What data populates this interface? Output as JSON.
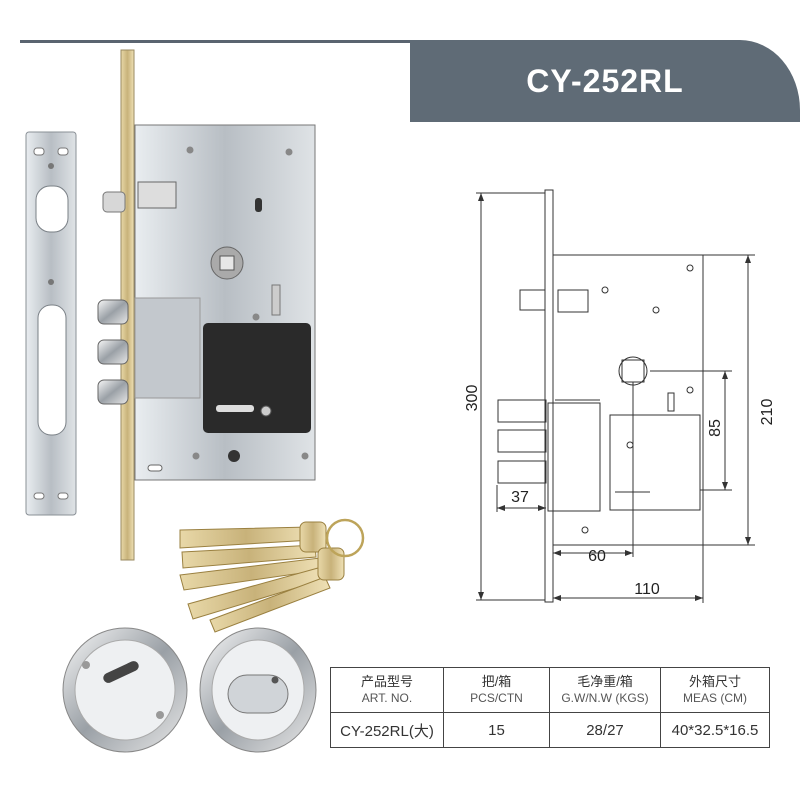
{
  "product": {
    "title": "CY-252RL"
  },
  "drawing": {
    "dimensions": {
      "height": "300",
      "faceplate_to_hub": "210",
      "hub_to_keyhole": "85",
      "backset_cylinder": "37",
      "backset": "60",
      "case_depth": "110"
    }
  },
  "spec_table": {
    "headers": [
      {
        "cn": "产品型号",
        "en": "ART. NO."
      },
      {
        "cn": "把/箱",
        "en": "PCS/CTN"
      },
      {
        "cn": "毛净重/箱",
        "en": "G.W/N.W (KGS)"
      },
      {
        "cn": "外箱尺寸",
        "en": "MEAS (CM)"
      }
    ],
    "row": [
      "CY-252RL(大)",
      "15",
      "28/27",
      "40*32.5*16.5"
    ]
  },
  "colors": {
    "banner": "#5f6b76",
    "metal": "#c9ced3",
    "lock_body": "#bfc4c9"
  },
  "icons": [
    "strike-plate-icon",
    "mortise-lock-icon",
    "keys-icon",
    "escutcheon-icon"
  ]
}
